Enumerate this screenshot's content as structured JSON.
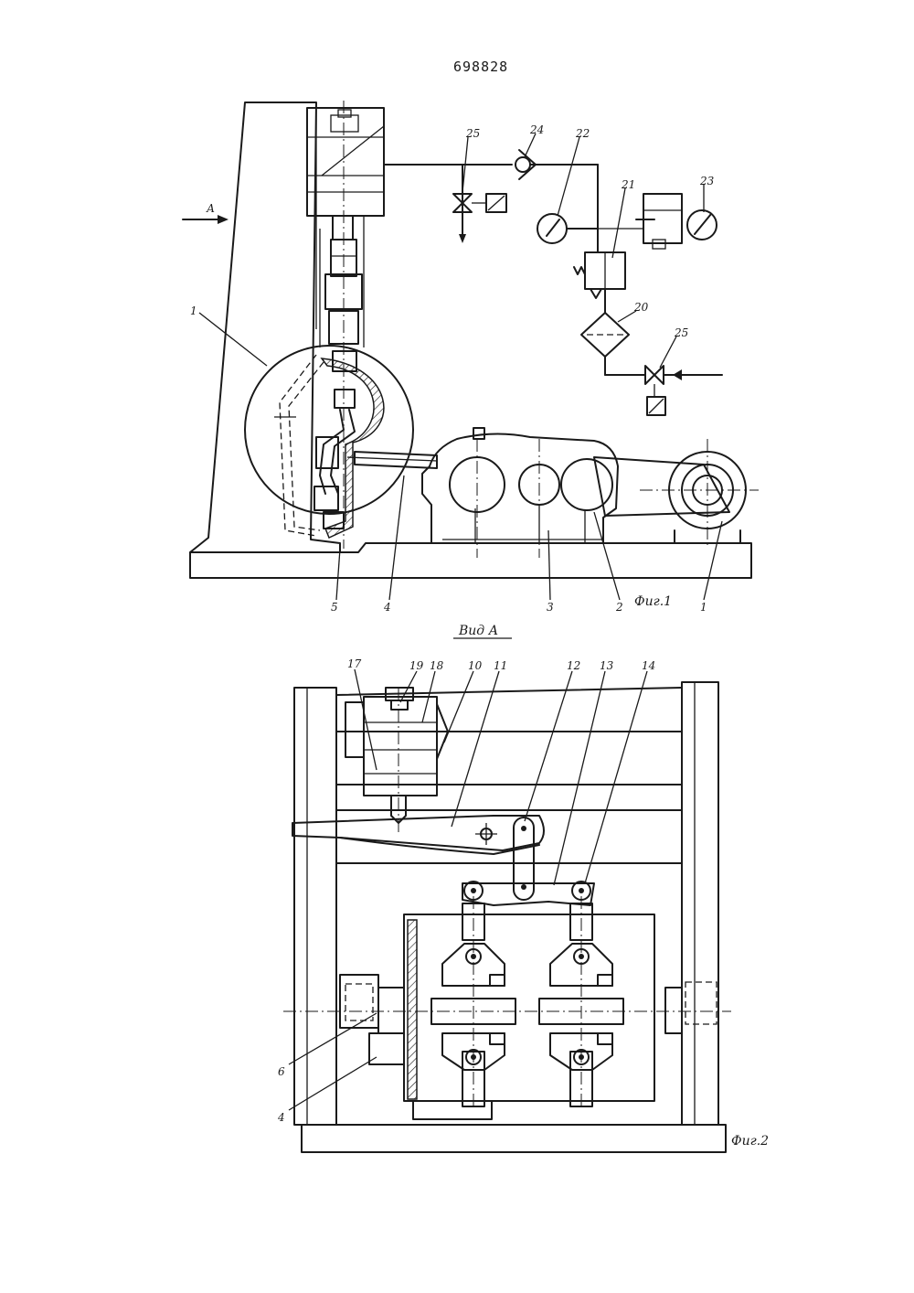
{
  "document_number": "698828",
  "fig1": {
    "caption": "Фиг.1",
    "view_arrow_label": "А",
    "labels": [
      "1",
      "5",
      "4",
      "3",
      "2",
      "1",
      "25",
      "24",
      "22",
      "21",
      "23",
      "20",
      "25"
    ]
  },
  "fig2": {
    "view_title": "Вид А",
    "caption": "Фиг.2",
    "labels": [
      "17",
      "19",
      "18",
      "10",
      "11",
      "12",
      "13",
      "14",
      "6",
      "4"
    ]
  }
}
